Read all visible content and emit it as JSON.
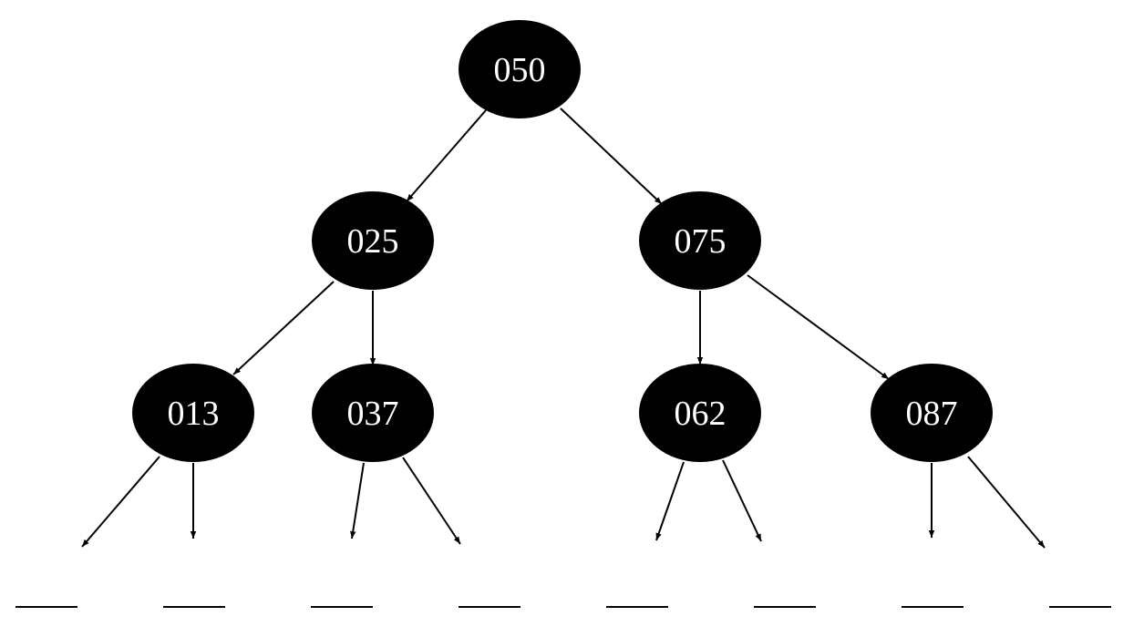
{
  "colors": {
    "node_fill": "#000000",
    "node_text": "#ffffff",
    "edge": "#000000",
    "background": "#ffffff"
  },
  "tree": {
    "nodes": [
      {
        "id": "n050",
        "label": "050",
        "parent": null
      },
      {
        "id": "n025",
        "label": "025",
        "parent": "n050"
      },
      {
        "id": "n075",
        "label": "075",
        "parent": "n050"
      },
      {
        "id": "n013",
        "label": "013",
        "parent": "n025"
      },
      {
        "id": "n037",
        "label": "037",
        "parent": "n025"
      },
      {
        "id": "n062",
        "label": "062",
        "parent": "n075"
      },
      {
        "id": "n087",
        "label": "087",
        "parent": "n075"
      }
    ],
    "leaf_slots": [
      {
        "id": "slot1",
        "parent": "n013",
        "label": ""
      },
      {
        "id": "slot2",
        "parent": "n013",
        "label": ""
      },
      {
        "id": "slot3",
        "parent": "n037",
        "label": ""
      },
      {
        "id": "slot4",
        "parent": "n037",
        "label": ""
      },
      {
        "id": "slot5",
        "parent": "n062",
        "label": ""
      },
      {
        "id": "slot6",
        "parent": "n062",
        "label": ""
      },
      {
        "id": "slot7",
        "parent": "n087",
        "label": ""
      },
      {
        "id": "slot8",
        "parent": "n087",
        "label": ""
      }
    ]
  }
}
